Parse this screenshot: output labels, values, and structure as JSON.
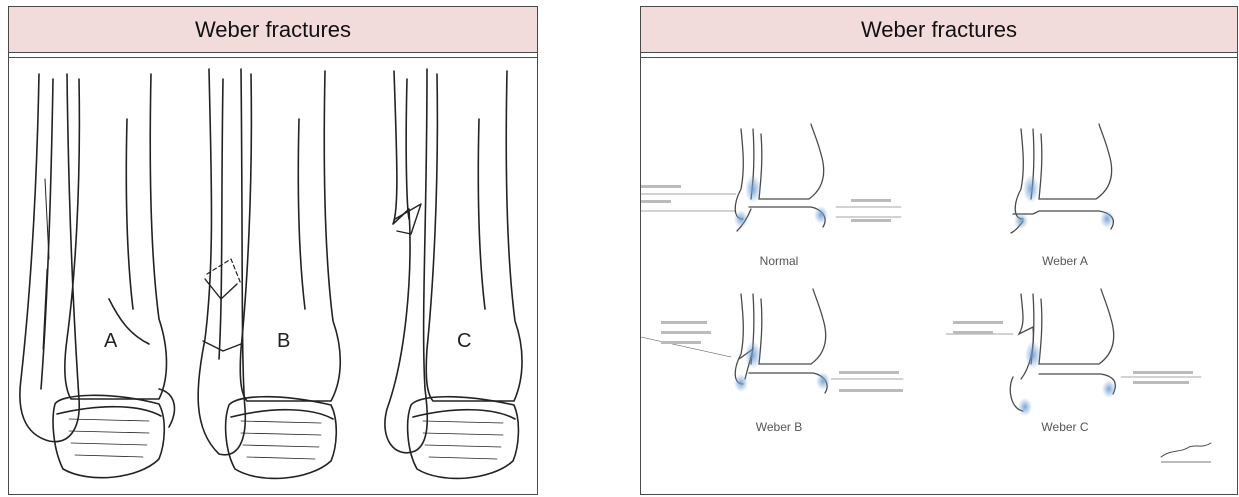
{
  "left_panel": {
    "title": "Weber fractures",
    "labels": [
      "A",
      "B",
      "C"
    ]
  },
  "right_panel": {
    "title": "Weber fractures",
    "captions": [
      "Normal",
      "Weber A",
      "Weber B",
      "Weber C"
    ]
  },
  "colors": {
    "header_fill": "#f2dcdb",
    "border": "#4a4a4a",
    "ligament_blue": "#7fa9d6"
  }
}
